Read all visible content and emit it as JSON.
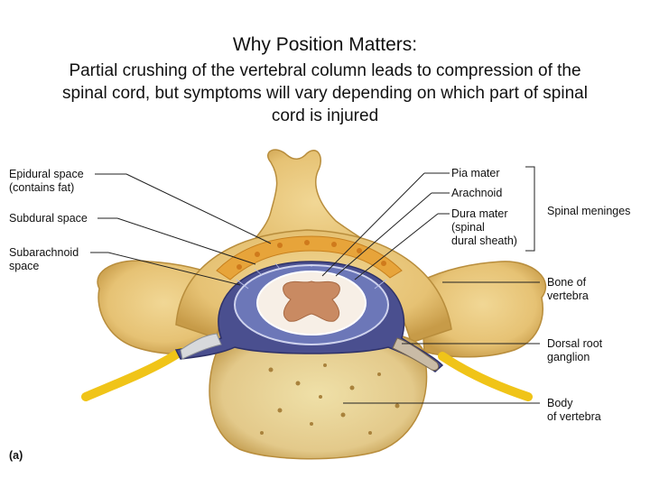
{
  "slide": {
    "title": "Why Position Matters:",
    "subtitle": "Partial crushing of the vertebral column leads to compression of the spinal cord, but symptoms will vary depending on which part of spinal cord is injured"
  },
  "figure": {
    "panel_letter": "(a)",
    "labels_left": {
      "epidural": "Epidural space\n(contains fat)",
      "subdural": "Subdural space",
      "subarachnoid": "Subarachnoid\nspace"
    },
    "labels_right": {
      "pia": "Pia mater",
      "arachnoid": "Arachnoid",
      "dura": "Dura mater\n(spinal\ndural sheath)",
      "meninges": "Spinal meninges",
      "bone": "Bone of\nvertebra",
      "drg": "Dorsal root\nganglion",
      "body": "Body\nof vertebra"
    },
    "colors": {
      "bone": "#e6c274",
      "bone_shadow": "#b88d3c",
      "fat": "#e7a43a",
      "dura": "#4a4f8f",
      "nerve": "#f0c418",
      "cord_white": "#f7efe6",
      "cord_gray": "#c98a62"
    }
  }
}
